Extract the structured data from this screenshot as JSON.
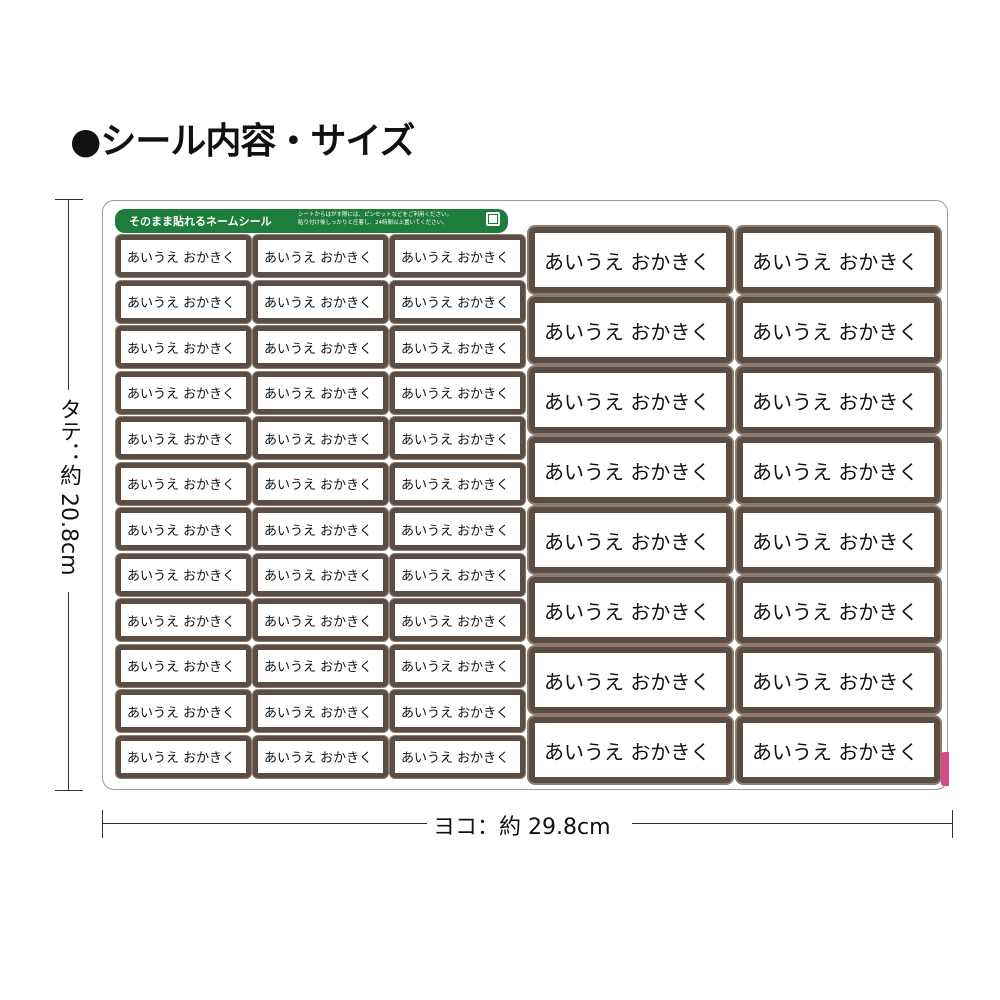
{
  "heading": "●シール内容・サイズ",
  "dimensions": {
    "height_label": "タテ：約 20.8cm",
    "width_label": "ヨコ：約 29.8cm"
  },
  "sheet": {
    "header_title": "そのまま貼れるネームシール",
    "header_note_line1": "シートからはがす際には、ピンセットなどをご利用ください。",
    "header_note_line2": "貼り付け後しっかりと圧着し、24時間以上置いてください。",
    "small_label_text": "あいうえ おかきく",
    "large_label_text": "あいうえ おかきく"
  },
  "colors": {
    "label_border": "#5b4d43",
    "header_green": "#1e7d3c",
    "tab_pink": "#d64a8c"
  }
}
